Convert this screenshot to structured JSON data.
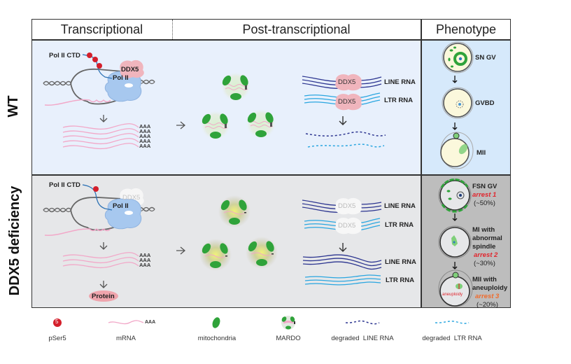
{
  "columns": {
    "transcriptional": "Transcriptional",
    "post_transcriptional": "Post-transcriptional",
    "phenotype": "Phenotype"
  },
  "rows": {
    "wt": "WT",
    "ddx5_deficiency": "DDX5 deficiency"
  },
  "wt": {
    "pol_ii_ctd": "Pol II CTD",
    "ddx5": "DDX5",
    "pol_ii": "Pol II",
    "polya": [
      "AAA",
      "AAA",
      "AAA",
      "AAA",
      "AAA"
    ],
    "line_rna": "LINE RNA",
    "ltr_rna": "LTR RNA",
    "ddx5_line": "DDX5",
    "ddx5_ltr": "DDX5",
    "phenotype_stages": [
      {
        "label": "SN GV"
      },
      {
        "label": "GVBD"
      },
      {
        "label": "MII"
      }
    ]
  },
  "deficiency": {
    "pol_ii_ctd": "Pol II CTD",
    "ddx5": "DDX5",
    "pol_ii": "Pol II",
    "polya": [
      "AAA",
      "AAA",
      "AAA"
    ],
    "protein": "Protein",
    "line_rna": "LINE RNA",
    "ltr_rna": "LTR RNA",
    "line_rna_2": "LINE RNA",
    "ltr_rna_2": "LTR RNA",
    "ddx5_line": "DDX5",
    "ddx5_ltr": "DDX5",
    "phenotype_stages": [
      {
        "label": "FSN GV",
        "arrest": "arrest 1",
        "percent": "(~50%)"
      },
      {
        "label_lines": [
          "MI with",
          "abnormal",
          "spindle"
        ],
        "arrest": "arrest 2",
        "percent": "(~30%)"
      },
      {
        "label_lines": [
          "MII with",
          "aneuploidy"
        ],
        "arrest": "arrest 3",
        "percent": "(~20%)",
        "inner_label": "aneuploidy"
      }
    ]
  },
  "legend": [
    {
      "icon": "pser5-icon",
      "label": "pSer5",
      "glyph": "5"
    },
    {
      "icon": "mrna-icon",
      "label": "mRNA",
      "glyph": "AAA"
    },
    {
      "icon": "mitochondria-icon",
      "label": "mitochondria"
    },
    {
      "icon": "mardo-icon",
      "label": "MARDO"
    },
    {
      "icon": "degraded-line-rna-icon",
      "label": "degraded  LINE RNA"
    },
    {
      "icon": "degraded-ltr-rna-icon",
      "label": "degraded  LTR RNA"
    }
  ],
  "colors": {
    "wt_bg": "#e8f0fc",
    "wt_pheno_bg": "#d6e9fb",
    "def_bg": "#e6e7e9",
    "def_pheno_bg": "#bdbdbd",
    "pser5": "#d41f2b",
    "mrna": "#f2a8c8",
    "line_rna": "#2c3590",
    "ltr_rna": "#2aa6e0",
    "mito": "#2fa33a",
    "ddx5": "#f0b5bd",
    "pol_ii": "#a7c8ef",
    "arrest1": "#e0262e",
    "arrest2": "#e0262e",
    "arrest3": "#f06c2e"
  }
}
